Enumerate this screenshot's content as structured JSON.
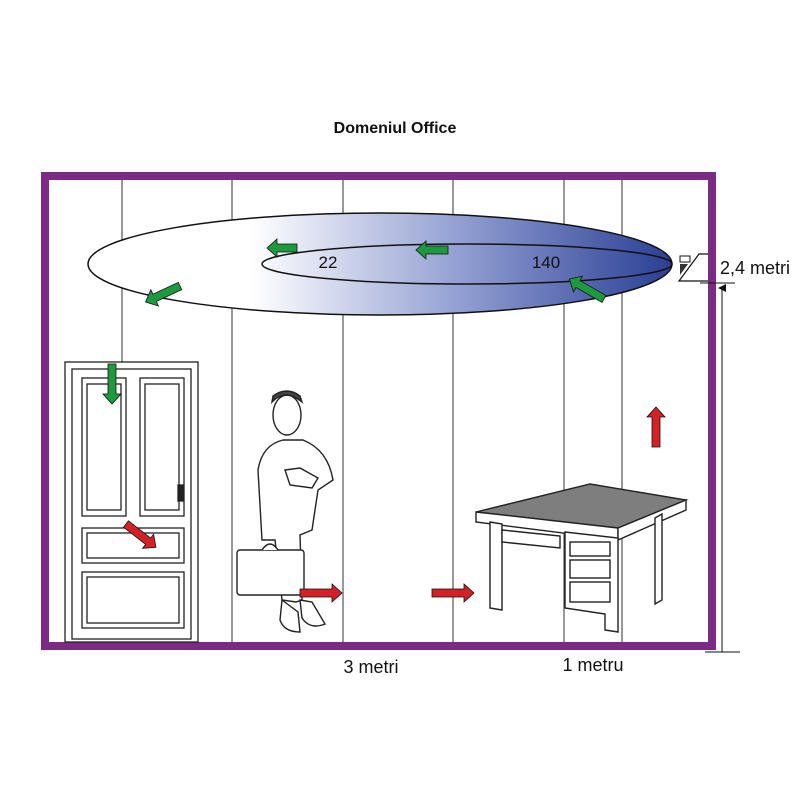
{
  "title": "Domeniul Office",
  "labels": {
    "inner_value": "22",
    "outer_value": "140",
    "height": "2,4 metri",
    "width_far": "3 metri",
    "width_near": "1 metru"
  },
  "colors": {
    "wall": "#7b2a86",
    "coverage": "#2b3f95",
    "arrow_green": "#1e9a3e",
    "arrow_red": "#d42027"
  }
}
